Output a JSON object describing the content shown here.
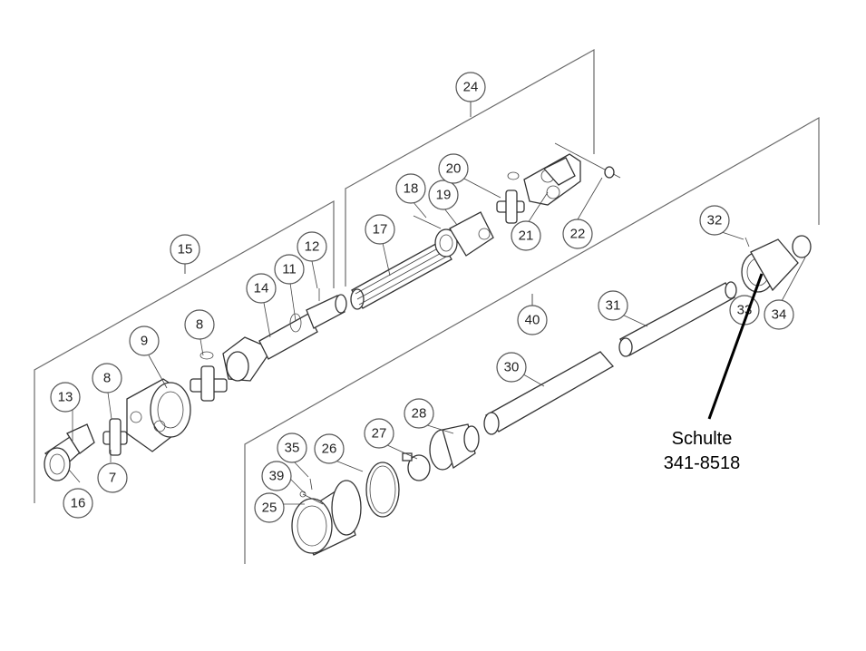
{
  "callout": {
    "line1": "Schulte",
    "line2": "341-8518"
  },
  "parts": {
    "p7": "7",
    "p8a": "8",
    "p8b": "8",
    "p9": "9",
    "p11": "11",
    "p12": "12",
    "p13": "13",
    "p14": "14",
    "p15": "15",
    "p16": "16",
    "p17": "17",
    "p18": "18",
    "p19": "19",
    "p20": "20",
    "p21": "21",
    "p22": "22",
    "p24": "24",
    "p25": "25",
    "p26": "26",
    "p27": "27",
    "p28": "28",
    "p30": "30",
    "p31": "31",
    "p32": "32",
    "p33": "33",
    "p34": "34",
    "p35": "35",
    "p39": "39",
    "p40": "40"
  }
}
